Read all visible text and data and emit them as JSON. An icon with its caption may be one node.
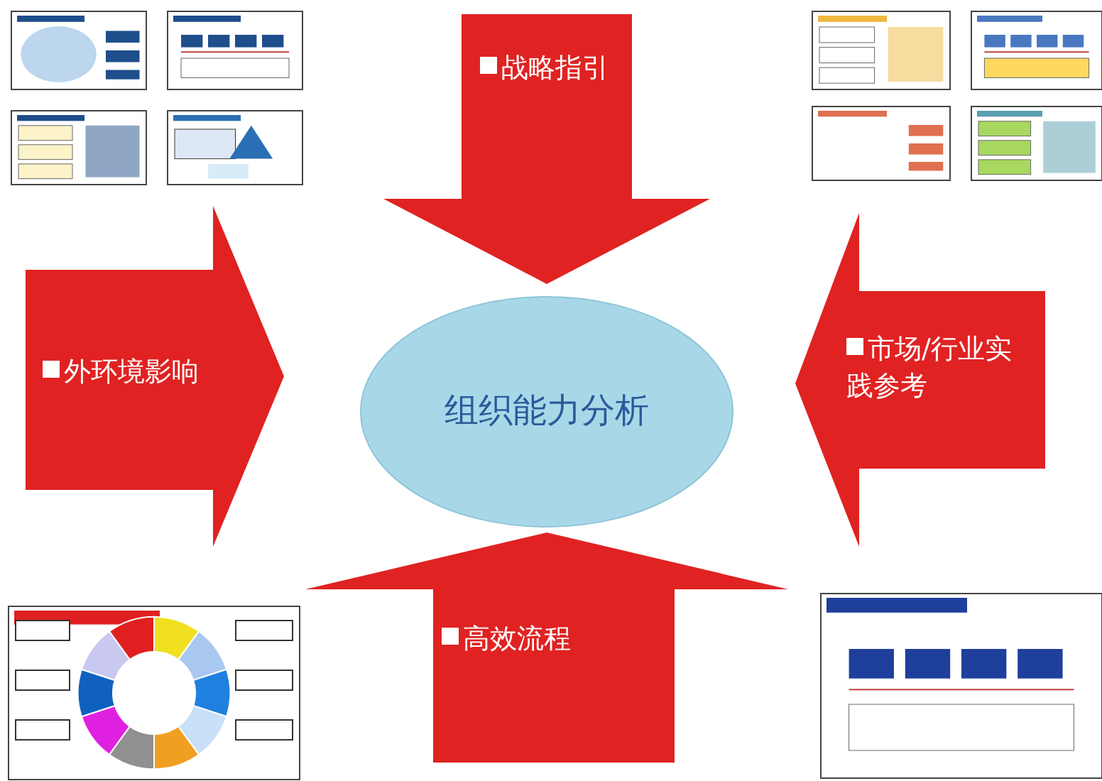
{
  "diagram": {
    "nodes": [
      {
        "text": [
          "战略指引"
        ]
      },
      {
        "text": [
          "外环境影响"
        ]
      },
      {
        "text": [
          "组织能力分析"
        ]
      },
      {
        "text": [
          "市场/行业实践参考"
        ]
      },
      {
        "text": [
          "高效流程"
        ]
      }
    ]
  }
}
